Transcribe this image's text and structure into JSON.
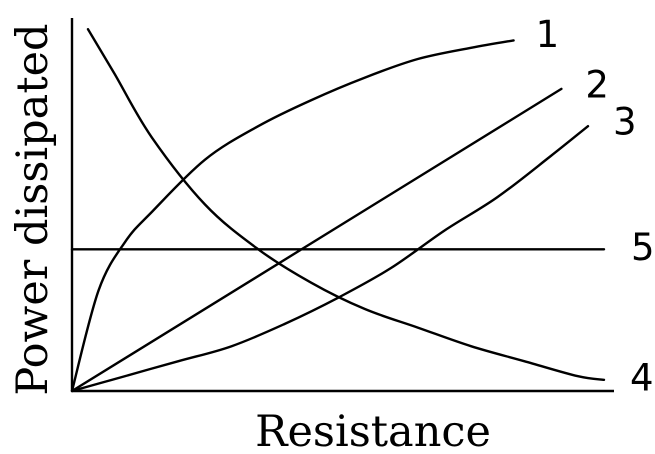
{
  "chart_data": {
    "type": "line",
    "xlabel": "Resistance",
    "ylabel": "Power dissipated",
    "xlim": [
      0,
      1
    ],
    "ylim": [
      0,
      1
    ],
    "grid": false,
    "series": [
      {
        "name": "1",
        "x": [
          0,
          0.05,
          0.1,
          0.15,
          0.25,
          0.35,
          0.45,
          0.55,
          0.65,
          0.75,
          0.83
        ],
        "y": [
          0,
          0.27,
          0.4,
          0.48,
          0.62,
          0.71,
          0.78,
          0.84,
          0.89,
          0.92,
          0.94
        ]
      },
      {
        "name": "2",
        "x": [
          0,
          0.92
        ],
        "y": [
          0,
          0.81
        ]
      },
      {
        "name": "3",
        "x": [
          0,
          0.1,
          0.2,
          0.3,
          0.4,
          0.5,
          0.6,
          0.7,
          0.8,
          0.9,
          0.97
        ],
        "y": [
          0,
          0.04,
          0.08,
          0.12,
          0.18,
          0.25,
          0.33,
          0.43,
          0.52,
          0.63,
          0.71
        ]
      },
      {
        "name": "4",
        "x": [
          0.03,
          0.08,
          0.15,
          0.25,
          0.35,
          0.45,
          0.55,
          0.65,
          0.75,
          0.85,
          0.95,
          1.0
        ],
        "y": [
          0.97,
          0.85,
          0.68,
          0.5,
          0.38,
          0.29,
          0.22,
          0.17,
          0.12,
          0.08,
          0.04,
          0.03
        ]
      },
      {
        "name": "5",
        "x": [
          0,
          1.0
        ],
        "y": [
          0.38,
          0.38
        ]
      }
    ]
  }
}
